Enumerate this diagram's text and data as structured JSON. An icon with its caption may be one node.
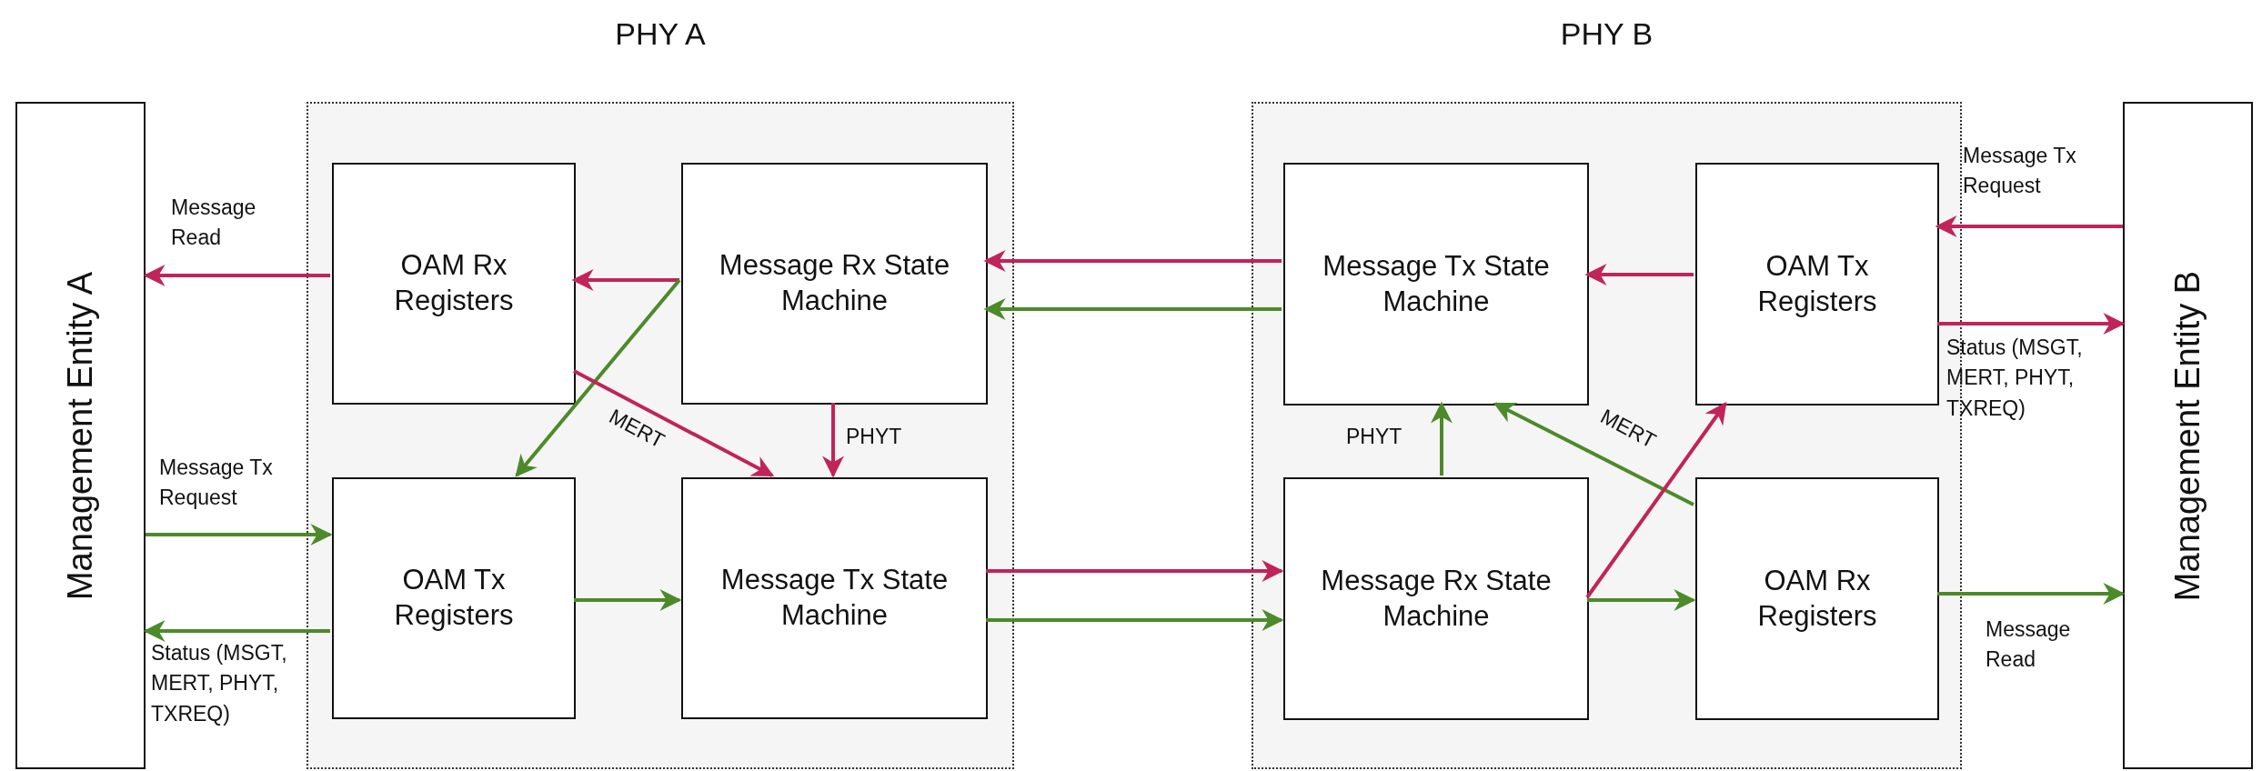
{
  "diagram": {
    "nodes": [
      {
        "text": [
          "Management Entity A"
        ]
      },
      {
        "text": [
          "PHY A"
        ]
      },
      {
        "text": [
          "OAM Rx Registers"
        ],
        "in": 1
      },
      {
        "text": [
          "Message Rx State Machine"
        ],
        "in": 1
      },
      {
        "text": [
          "OAM Tx Registers"
        ],
        "in": 1
      },
      {
        "text": [
          "Message Tx State Machine"
        ],
        "in": 1
      },
      {
        "text": [
          "PHY B"
        ]
      },
      {
        "text": [
          "Message Tx State Machine"
        ],
        "in": 6
      },
      {
        "text": [
          "OAM Tx Registers"
        ],
        "in": 6
      },
      {
        "text": [
          "Message Rx State Machine"
        ],
        "in": 6
      },
      {
        "text": [
          "OAM Rx Registers"
        ],
        "in": 6
      },
      {
        "text": [
          "Management Entity B"
        ]
      }
    ],
    "edges": [
      {
        "from": 2,
        "to": 0,
        "arrow": "to",
        "label": "Message Read",
        "color": "#c0245a"
      },
      {
        "from": 3,
        "to": 2,
        "arrow": "to",
        "color": "#c0245a"
      },
      {
        "from": 3,
        "to": 4,
        "arrow": "to",
        "color": "#4d8a2a"
      },
      {
        "from": 2,
        "to": 5,
        "arrow": "to",
        "label": "MERT",
        "color": "#c0245a"
      },
      {
        "from": 3,
        "to": 5,
        "arrow": "to",
        "label": "PHYT",
        "color": "#c0245a"
      },
      {
        "from": 0,
        "to": 4,
        "arrow": "to",
        "label": "Message Tx Request",
        "color": "#4d8a2a"
      },
      {
        "from": 4,
        "to": 0,
        "arrow": "to",
        "label": "Status (MSGT, MERT, PHYT, TXREQ)",
        "color": "#4d8a2a"
      },
      {
        "from": 4,
        "to": 5,
        "arrow": "to",
        "color": "#4d8a2a"
      },
      {
        "from": 7,
        "to": 3,
        "arrow": "to",
        "color": "#c0245a"
      },
      {
        "from": 7,
        "to": 3,
        "arrow": "to",
        "color": "#4d8a2a"
      },
      {
        "from": 5,
        "to": 9,
        "arrow": "to",
        "color": "#c0245a"
      },
      {
        "from": 5,
        "to": 9,
        "arrow": "to",
        "color": "#4d8a2a"
      },
      {
        "from": 8,
        "to": 7,
        "arrow": "to",
        "color": "#c0245a"
      },
      {
        "from": 11,
        "to": 8,
        "arrow": "to",
        "label": "Message Tx Request",
        "color": "#c0245a"
      },
      {
        "from": 8,
        "to": 11,
        "arrow": "to",
        "label": "Status (MSGT, MERT, PHYT, TXREQ)",
        "color": "#c0245a"
      },
      {
        "from": 9,
        "to": 7,
        "arrow": "to",
        "label": "PHYT",
        "color": "#4d8a2a"
      },
      {
        "from": 10,
        "to": 7,
        "arrow": "to",
        "label": "MERT",
        "color": "#4d8a2a"
      },
      {
        "from": 9,
        "to": 8,
        "arrow": "to",
        "color": "#c0245a"
      },
      {
        "from": 9,
        "to": 10,
        "arrow": "to",
        "color": "#4d8a2a"
      },
      {
        "from": 10,
        "to": 11,
        "arrow": "to",
        "label": "Message Read",
        "color": "#4d8a2a"
      }
    ]
  }
}
